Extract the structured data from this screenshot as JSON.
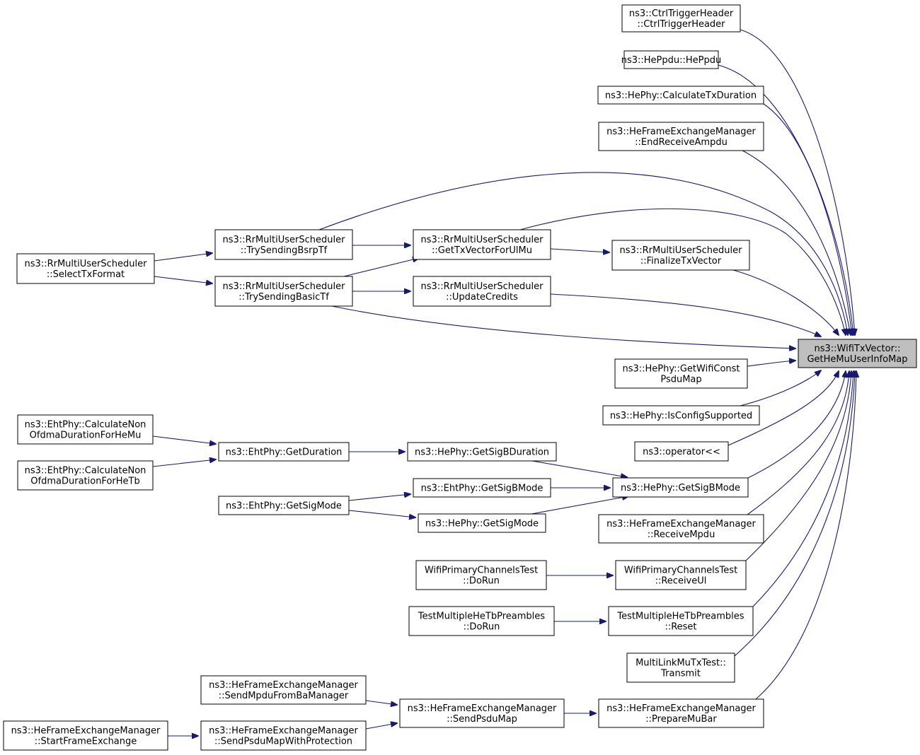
{
  "nodes": {
    "target": [
      "ns3::WifiTxVector::",
      "GetHeMuUserInfoMap"
    ],
    "ctrl_trigger_header": [
      "ns3::CtrlTriggerHeader",
      "::CtrlTriggerHeader"
    ],
    "he_ppdu": [
      "ns3::HePpdu::HePpdu"
    ],
    "calc_tx_duration": [
      "ns3::HePhy::CalculateTxDuration"
    ],
    "end_receive_ampdu": [
      "ns3::HeFrameExchangeManager",
      "::EndReceiveAmpdu"
    ],
    "select_tx_format": [
      "ns3::RrMultiUserScheduler",
      "::SelectTxFormat"
    ],
    "try_sending_bsrp": [
      "ns3::RrMultiUserScheduler",
      "::TrySendingBsrpTf"
    ],
    "try_sending_basic": [
      "ns3::RrMultiUserScheduler",
      "::TrySendingBasicTf"
    ],
    "get_tx_vector_ul": [
      "ns3::RrMultiUserScheduler",
      "::GetTxVectorForUlMu"
    ],
    "update_credits": [
      "ns3::RrMultiUserScheduler",
      "::UpdateCredits"
    ],
    "finalize_tx_vector": [
      "ns3::RrMultiUserScheduler",
      "::FinalizeTxVector"
    ],
    "get_wifi_const": [
      "ns3::HePhy::GetWifiConst",
      "PsduMap"
    ],
    "is_config_supported": [
      "ns3::HePhy::IsConfigSupported"
    ],
    "operator_ll": [
      "ns3::operator<<"
    ],
    "calc_non_ofdma_mu": [
      "ns3::EhtPhy::CalculateNon",
      "OfdmaDurationForHeMu"
    ],
    "calc_non_ofdma_tb": [
      "ns3::EhtPhy::CalculateNon",
      "OfdmaDurationForHeTb"
    ],
    "eht_get_duration": [
      "ns3::EhtPhy::GetDuration"
    ],
    "he_get_sigb_duration": [
      "ns3::HePhy::GetSigBDuration"
    ],
    "eht_get_sig_mode": [
      "ns3::EhtPhy::GetSigMode"
    ],
    "eht_get_sigb_mode": [
      "ns3::EhtPhy::GetSigBMode"
    ],
    "he_get_sig_mode": [
      "ns3::HePhy::GetSigMode"
    ],
    "he_get_sigb_mode": [
      "ns3::HePhy::GetSigBMode"
    ],
    "receive_mpdu": [
      "ns3::HeFrameExchangeManager",
      "::ReceiveMpdu"
    ],
    "wpc_do_run": [
      "WifiPrimaryChannelsTest",
      "::DoRun"
    ],
    "wpc_receive_ul": [
      "WifiPrimaryChannelsTest",
      "::ReceiveUl"
    ],
    "tmh_do_run": [
      "TestMultipleHeTbPreambles",
      "::DoRun"
    ],
    "tmh_reset": [
      "TestMultipleHeTbPreambles",
      "::Reset"
    ],
    "mlmu_transmit": [
      "MultiLinkMuTxTest::",
      "Transmit"
    ],
    "send_mpdu_from_ba": [
      "ns3::HeFrameExchangeManager",
      "::SendMpduFromBaManager"
    ],
    "start_frame_exchange": [
      "ns3::HeFrameExchangeManager",
      "::StartFrameExchange"
    ],
    "send_psdu_map_prot": [
      "ns3::HeFrameExchangeManager",
      "::SendPsduMapWithProtection"
    ],
    "send_psdu_map": [
      "ns3::HeFrameExchangeManager",
      "::SendPsduMap"
    ],
    "prepare_mu_bar": [
      "ns3::HeFrameExchangeManager",
      "::PrepareMuBar"
    ]
  },
  "edges": [
    [
      "ctrl_trigger_header",
      "target"
    ],
    [
      "he_ppdu",
      "target"
    ],
    [
      "calc_tx_duration",
      "target"
    ],
    [
      "end_receive_ampdu",
      "target"
    ],
    [
      "try_sending_bsrp",
      "target"
    ],
    [
      "get_tx_vector_ul",
      "target"
    ],
    [
      "finalize_tx_vector",
      "target"
    ],
    [
      "update_credits",
      "target"
    ],
    [
      "try_sending_basic",
      "target"
    ],
    [
      "get_wifi_const",
      "target"
    ],
    [
      "is_config_supported",
      "target"
    ],
    [
      "operator_ll",
      "target"
    ],
    [
      "he_get_sigb_mode",
      "target"
    ],
    [
      "receive_mpdu",
      "target"
    ],
    [
      "wpc_receive_ul",
      "target"
    ],
    [
      "tmh_reset",
      "target"
    ],
    [
      "mlmu_transmit",
      "target"
    ],
    [
      "prepare_mu_bar",
      "target"
    ],
    [
      "select_tx_format",
      "try_sending_bsrp"
    ],
    [
      "select_tx_format",
      "try_sending_basic"
    ],
    [
      "try_sending_bsrp",
      "get_tx_vector_ul"
    ],
    [
      "try_sending_basic",
      "get_tx_vector_ul"
    ],
    [
      "try_sending_basic",
      "update_credits"
    ],
    [
      "get_tx_vector_ul",
      "finalize_tx_vector"
    ],
    [
      "calc_non_ofdma_mu",
      "eht_get_duration"
    ],
    [
      "calc_non_ofdma_tb",
      "eht_get_duration"
    ],
    [
      "eht_get_duration",
      "he_get_sigb_duration"
    ],
    [
      "he_get_sigb_duration",
      "he_get_sigb_mode"
    ],
    [
      "eht_get_sigb_mode",
      "he_get_sigb_mode"
    ],
    [
      "he_get_sig_mode",
      "he_get_sigb_mode"
    ],
    [
      "eht_get_sig_mode",
      "eht_get_sigb_mode"
    ],
    [
      "eht_get_sig_mode",
      "he_get_sig_mode"
    ],
    [
      "wpc_do_run",
      "wpc_receive_ul"
    ],
    [
      "tmh_do_run",
      "tmh_reset"
    ],
    [
      "send_mpdu_from_ba",
      "send_psdu_map"
    ],
    [
      "start_frame_exchange",
      "send_psdu_map_prot"
    ],
    [
      "send_psdu_map_prot",
      "send_psdu_map"
    ],
    [
      "send_psdu_map",
      "prepare_mu_bar"
    ]
  ],
  "colors": {
    "edge": "#191970",
    "focus_fill": "#bfbfbf",
    "node_fill": "#ffffff",
    "node_border": "#000000"
  }
}
